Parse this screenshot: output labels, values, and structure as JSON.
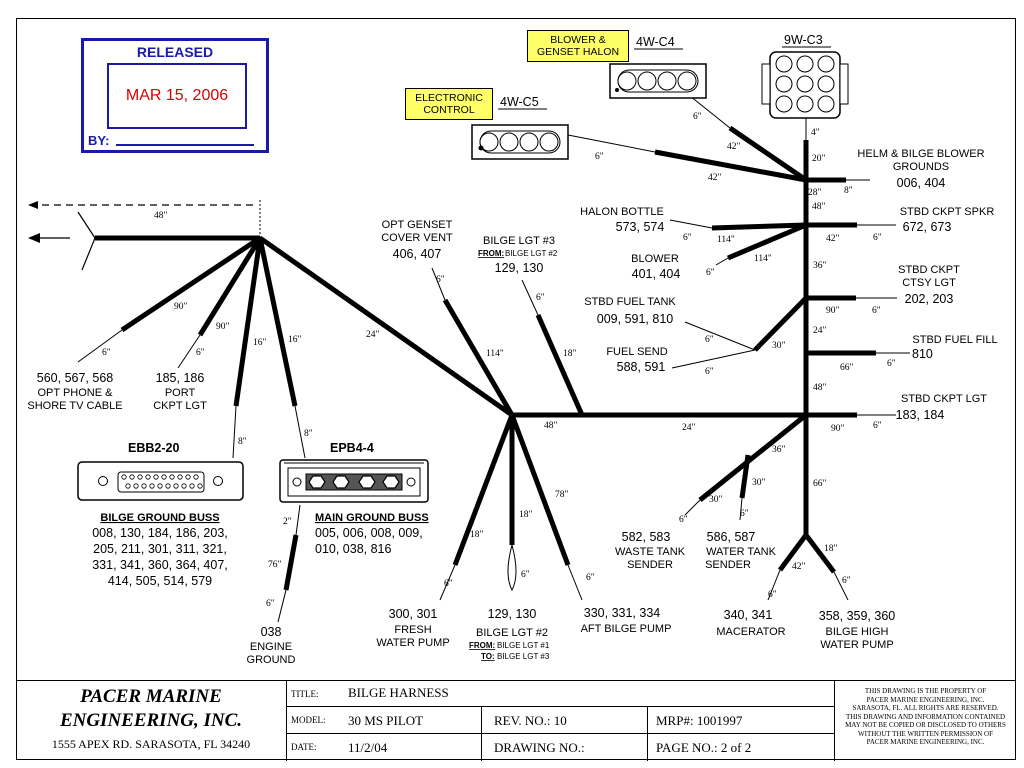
{
  "stamp": {
    "status": "RELEASED",
    "date": "MAR 15, 2006",
    "by_label": "BY:"
  },
  "connectors": {
    "c3": "9W-C3",
    "c4": "4W-C4",
    "c5": "4W-C5",
    "c4_label": [
      "BLOWER &",
      "GENSET HALON"
    ],
    "c5_label": [
      "ELECTRONIC",
      "CONTROL"
    ]
  },
  "labels": {
    "helm_title": [
      "HELM & BILGE BLOWER",
      "GROUNDS"
    ],
    "helm_wires": "006, 404",
    "halon_title": "HALON BOTTLE",
    "halon_wires": "573, 574",
    "blower_title": "BLOWER",
    "blower_wires": "401, 404",
    "spkr_title": "STBD CKPT SPKR",
    "spkr_wires": "672, 673",
    "ctsy_title": [
      "STBD CKPT",
      "CTSY LGT"
    ],
    "ctsy_wires": "202, 203",
    "fuel_tank_title": "STBD FUEL TANK",
    "fuel_tank_wires": "009, 591, 810",
    "fuel_send_title": "FUEL SEND",
    "fuel_send_wires": "588, 591",
    "fuel_fill_title": "STBD FUEL FILL",
    "fuel_fill_wires": "810",
    "ckpt_lgt_title": "STBD CKPT LGT",
    "ckpt_lgt_wires": "183, 184",
    "opt_genset_title": [
      "OPT GENSET",
      "COVER VENT"
    ],
    "opt_genset_wires": "406, 407",
    "bilge3_title": "BILGE LGT #3",
    "bilge3_from_label": "FROM:",
    "bilge3_from": "BILGE LGT #2",
    "bilge3_wires": "129, 130",
    "phone_wires": "560, 567, 568",
    "phone_title": [
      "OPT PHONE &",
      "SHORE TV CABLE"
    ],
    "port_wires": "185, 186",
    "port_title": [
      "PORT",
      "CKPT LGT"
    ],
    "ebb": "EBB2-20",
    "epb": "EPB4-4",
    "bilge_buss_title": "BILGE GROUND BUSS",
    "bilge_buss_wires": [
      "008, 130, 184, 186, 203,",
      "205, 211, 301, 311, 321,",
      "331, 341, 360, 364, 407,",
      "414, 505, 514, 579"
    ],
    "main_buss_title": "MAIN GROUND BUSS",
    "main_buss_wires": [
      "005, 006, 008, 009,",
      "010, 038, 816"
    ],
    "engine_gnd": [
      "038",
      "ENGINE",
      "GROUND"
    ],
    "fresh_wires": "300, 301",
    "fresh_title": [
      "FRESH",
      "WATER PUMP"
    ],
    "bilge2_wires": "129, 130",
    "bilge2_title": "BILGE LGT #2",
    "bilge2_from_label": "FROM:",
    "bilge2_from": "BILGE LGT #1",
    "bilge2_to_label": "TO:",
    "bilge2_to": "BILGE LGT #3",
    "aft_wires": "330, 331, 334",
    "aft_title": "AFT BILGE PUMP",
    "waste_wires": "582, 583",
    "waste_title": [
      "WASTE TANK",
      "SENDER"
    ],
    "water_wires": "586, 587",
    "water_title": [
      "WATER TANK",
      "SENDER"
    ],
    "macer_wires": "340, 341",
    "macer_title": "MACERATOR",
    "high_wires": "358, 359, 360",
    "high_title": [
      "BILGE HIGH",
      "WATER PUMP"
    ]
  },
  "lengths": {
    "l48top": "48\"",
    "l90a": "90\"",
    "l90b": "90\"",
    "l16a": "16\"",
    "l16b": "16\"",
    "l6a": "6\"",
    "l6b": "6\"",
    "l8a": "8\"",
    "l8b": "8\"",
    "l24": "24\"",
    "l2": "2\"",
    "l76": "76\"",
    "l6c": "6\"",
    "l6d": "6\"",
    "l114": "114\"",
    "l6e": "6\"",
    "l18a": "18\"",
    "l48mid": "48\"",
    "l24mid": "24\"",
    "l18b": "18\"",
    "l6f": "6\"",
    "l18c": "18\"",
    "l6g": "6\"",
    "l78": "78\"",
    "l6h": "6\"",
    "l6i": "6\"",
    "l42a": "42\"",
    "l6j": "6\"",
    "l42b": "42\"",
    "l4": "4\"",
    "l20": "20\"",
    "l28": "28\"",
    "l8c": "8\"",
    "l48r": "48\"",
    "l6k": "6\"",
    "l114b": "114\"",
    "l42c": "42\"",
    "l6l": "6\"",
    "l114c": "114\"",
    "l6m": "6\"",
    "l36": "36\"",
    "l90c": "90\"",
    "l6n": "6\"",
    "l24r": "24\"",
    "l6o": "6\"",
    "l30": "30\"",
    "l6p": "6\"",
    "l66": "66\"",
    "l6q": "6\"",
    "l48s": "48\"",
    "l90d": "90\"",
    "l6r": "6\"",
    "l36b": "36\"",
    "l30b": "30\"",
    "l30c": "30\"",
    "l6s": "6\"",
    "l6t": "6\"",
    "l66b": "66\"",
    "l18d": "18\"",
    "l42d": "42\"",
    "l6u": "6\"",
    "l6v": "6\""
  },
  "title_block": {
    "company": [
      "PACER MARINE",
      "ENGINEERING, INC."
    ],
    "address": "1555 APEX RD.  SARASOTA, FL  34240",
    "title_label": "TITLE:",
    "title": "BILGE HARNESS",
    "model_label": "MODEL:",
    "model": "30 MS PILOT",
    "rev": "REV. NO.: 10",
    "mrp": "MRP#: 1001997",
    "date_label": "DATE:",
    "date": "11/2/04",
    "drawing": "DRAWING NO.:",
    "page": "PAGE NO.: 2 of 2",
    "notice": [
      "THIS DRAWING IS THE PROPERTY OF",
      "PACER MARINE ENGINEERING, INC.",
      "SARASOTA, FL.   ALL RIGHTS ARE RESERVED.",
      "THIS DRAWING AND INFORMATION CONTAINED",
      "MAY NOT BE COPIED OR DISCLOSED TO OTHERS",
      "WITHOUT THE WRITTEN PERMISSION OF",
      "PACER MARINE ENGINEERING, INC."
    ]
  }
}
